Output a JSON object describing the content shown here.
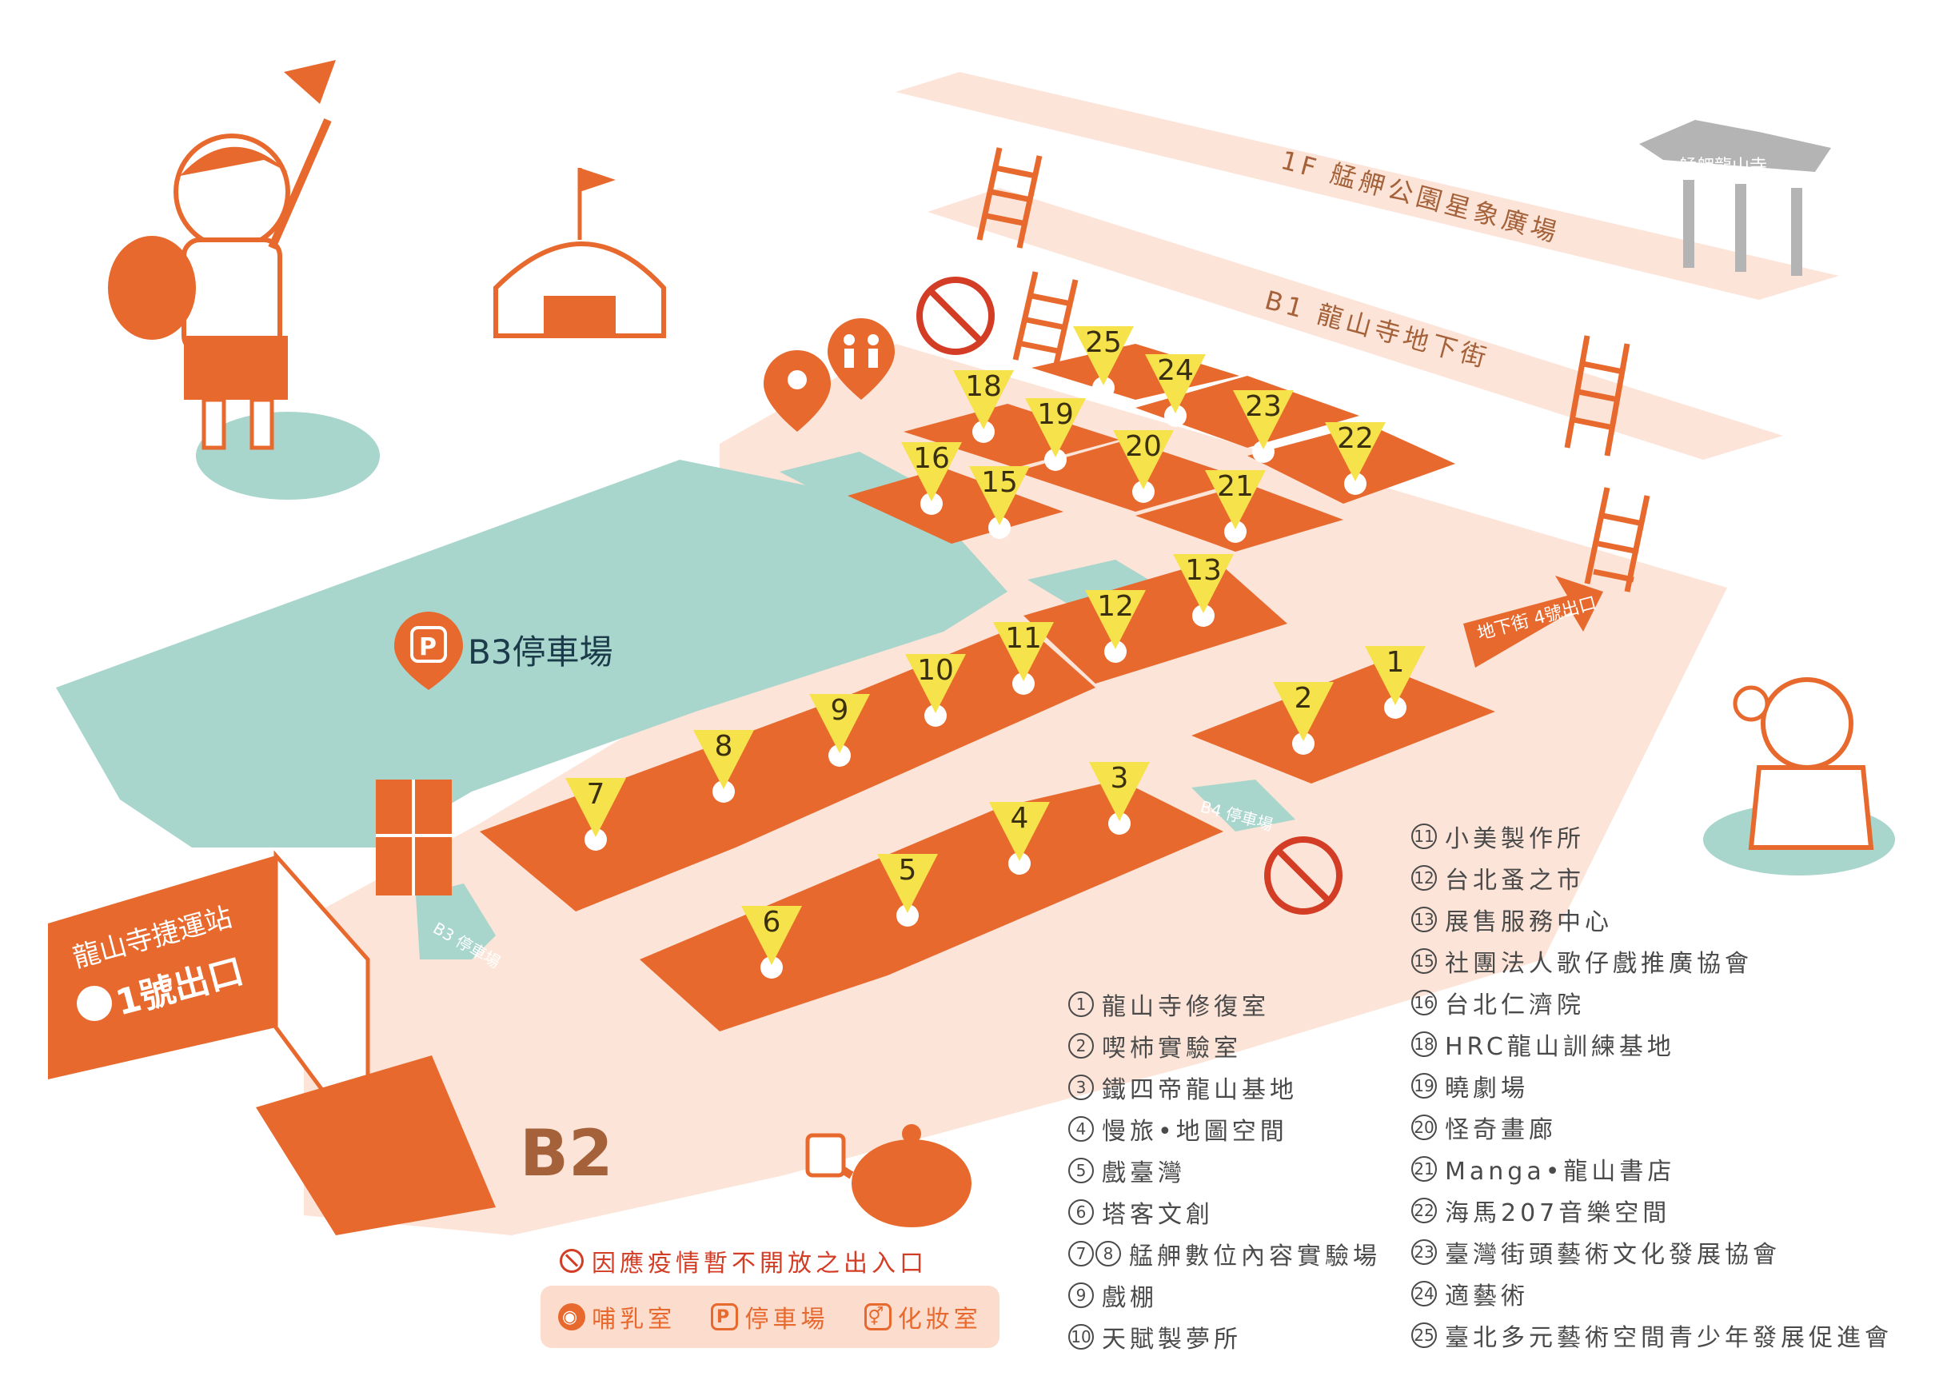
{
  "levels": {
    "f1": "1F 艋舺公園星象廣場",
    "b1": "B1 龍山寺地下街",
    "b2": "B2",
    "temple": "艋舺龍山寺"
  },
  "parking_label": "B3停車場",
  "parking_symbol": "P",
  "exit_arrow": "地下街 4號出口",
  "b4_parking_arrow": "B4 停車場",
  "b3_parking_arrow": "B3 停車場",
  "mrt_station": "龍山寺捷運站",
  "mrt_exit": "1號出口",
  "booth_numbers": [
    "1",
    "2",
    "3",
    "4",
    "5",
    "6",
    "7",
    "8",
    "9",
    "10",
    "11",
    "12",
    "13",
    "15",
    "16",
    "18",
    "19",
    "20",
    "21",
    "22",
    "23",
    "24",
    "25"
  ],
  "legend_left": [
    {
      "num": "1",
      "label": "龍山寺修復室"
    },
    {
      "num": "2",
      "label": "喫杮實驗室"
    },
    {
      "num": "3",
      "label": "鐵四帝龍山基地"
    },
    {
      "num": "4",
      "label": "慢旅•地圖空間"
    },
    {
      "num": "5",
      "label": "戲臺灣"
    },
    {
      "num": "6",
      "label": "塔客文創"
    },
    {
      "num": "7",
      "num2": "8",
      "label": "艋舺數位內容實驗場"
    },
    {
      "num": "9",
      "label": "戲棚"
    },
    {
      "num": "10",
      "label": "天賦製夢所"
    }
  ],
  "legend_right": [
    {
      "num": "11",
      "label": "小美製作所"
    },
    {
      "num": "12",
      "label": "台北蚤之市"
    },
    {
      "num": "13",
      "label": "展售服務中心"
    },
    {
      "num": "15",
      "label": "社團法人歌仔戲推廣協會"
    },
    {
      "num": "16",
      "label": "台北仁濟院"
    },
    {
      "num": "18",
      "label": "HRC龍山訓練基地"
    },
    {
      "num": "19",
      "label": "曉劇場"
    },
    {
      "num": "20",
      "label": "怪奇畫廊"
    },
    {
      "num": "21",
      "label": "Manga•龍山書店"
    },
    {
      "num": "22",
      "label": "海馬207音樂空間"
    },
    {
      "num": "23",
      "label": "臺灣街頭藝術文化發展協會"
    },
    {
      "num": "24",
      "label": "適藝術"
    },
    {
      "num": "25",
      "label": "臺北多元藝術空間青少年發展促進會"
    }
  ],
  "closed_note": "因應疫情暫不開放之出入口",
  "facilities": {
    "nursing": "哺乳室",
    "parking": "停車場",
    "restroom": "化妝室"
  },
  "colors": {
    "orange": "#e8692d",
    "peach": "#fce4d8",
    "teal": "#a8d5cc",
    "yellow": "#f6e24a",
    "brown": "#a5623a",
    "red": "#d43d25"
  },
  "icons": [
    "nursing-room-icon",
    "restroom-icon",
    "no-entry-icon",
    "parking-icon",
    "teapot-icon",
    "tent-icon",
    "ladder-icon"
  ]
}
